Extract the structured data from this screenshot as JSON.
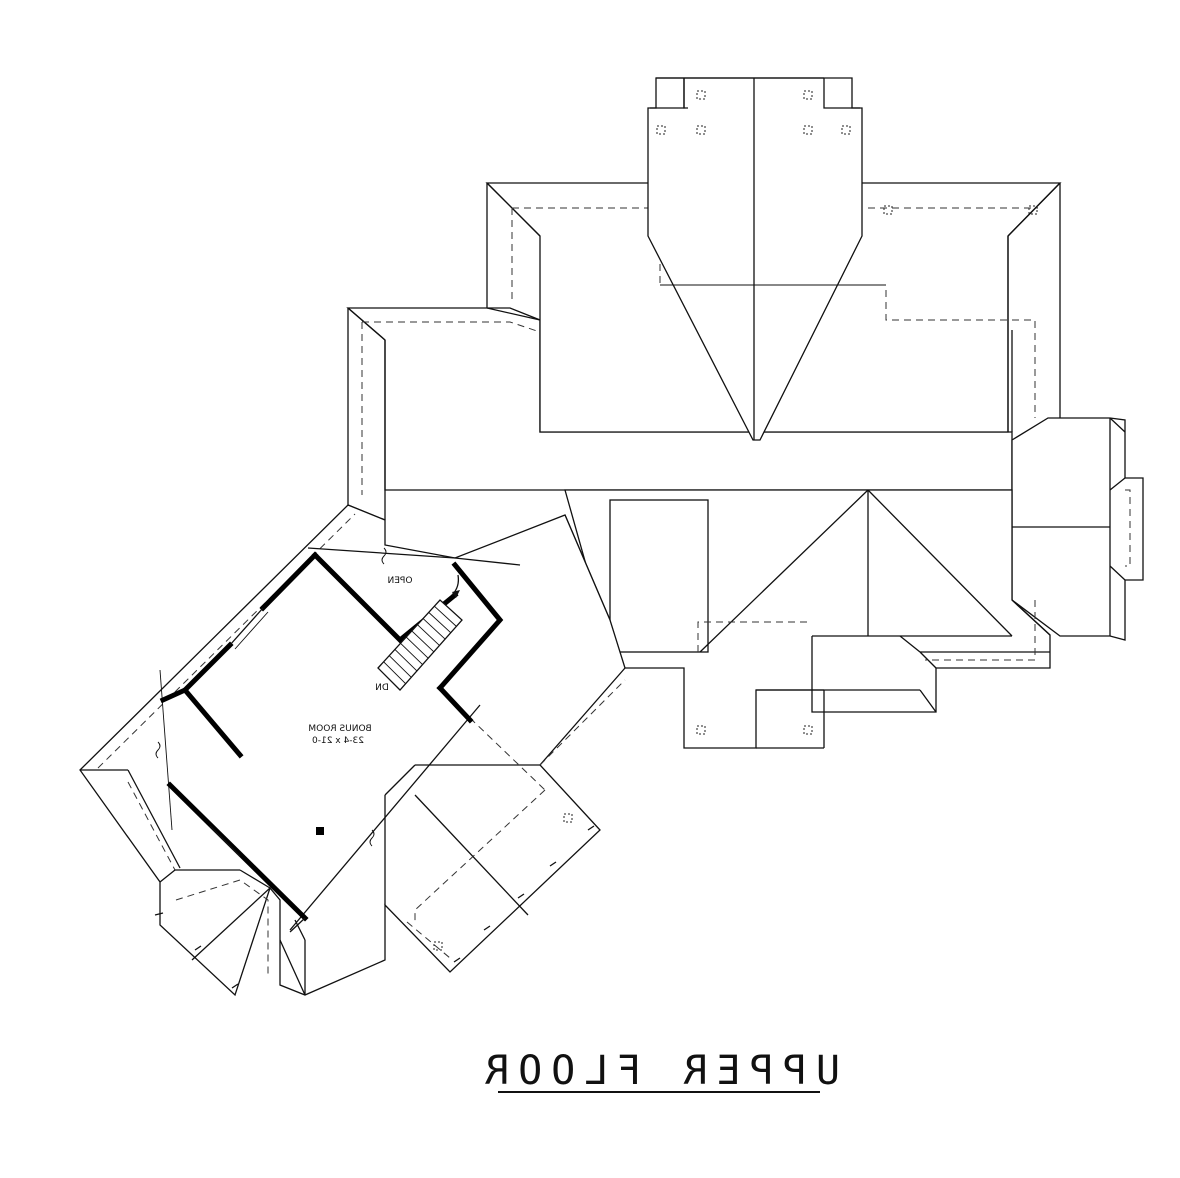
{
  "drawing": {
    "title": "UPPER FLOOR",
    "mirrored": true
  },
  "rooms": {
    "bonus_room_name": "BONUS ROOM",
    "bonus_room_size": "23-4 x 21-0",
    "open_label": "OPEN",
    "down_label": "DN"
  }
}
